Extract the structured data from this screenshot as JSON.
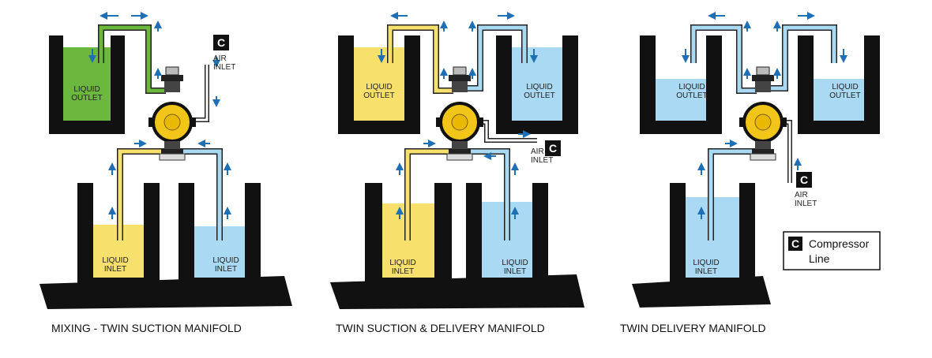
{
  "colors": {
    "green": "#6cb83e",
    "yellow": "#f7e06b",
    "blue": "#a9d9f3",
    "tank": "#0b0b0b",
    "arrow": "#1f6fb5",
    "pump": "#f2c618"
  },
  "diagrams": [
    {
      "caption": "MIXING - TWIN SUCTION MANIFOLD",
      "outlet": [
        "LIQUID",
        "OUTLET"
      ],
      "inlet_left": [
        "LIQUID",
        "INLET"
      ],
      "inlet_right": [
        "LIQUID",
        "INLET"
      ],
      "air": [
        "AIR",
        "INLET"
      ],
      "compressor_mark": "C"
    },
    {
      "caption": "TWIN SUCTION & DELIVERY MANIFOLD",
      "outlet_left": [
        "LIQUID",
        "OUTLET"
      ],
      "outlet_right": [
        "LIQUID",
        "OUTLET"
      ],
      "inlet_left": [
        "LIQUID",
        "INLET"
      ],
      "inlet_right": [
        "LIQUID",
        "INLET"
      ],
      "air": [
        "AIR",
        "INLET"
      ],
      "compressor_mark": "C"
    },
    {
      "caption": "TWIN DELIVERY MANIFOLD",
      "outlet_left": [
        "LIQUID",
        "OUTLET"
      ],
      "outlet_right": [
        "LIQUID",
        "OUTLET"
      ],
      "inlet": [
        "LIQUID",
        "INLET"
      ],
      "air": [
        "AIR",
        "INLET"
      ],
      "compressor_mark": "C"
    }
  ],
  "legend": {
    "mark": "C",
    "line1": "Compressor",
    "line2": "Line"
  }
}
